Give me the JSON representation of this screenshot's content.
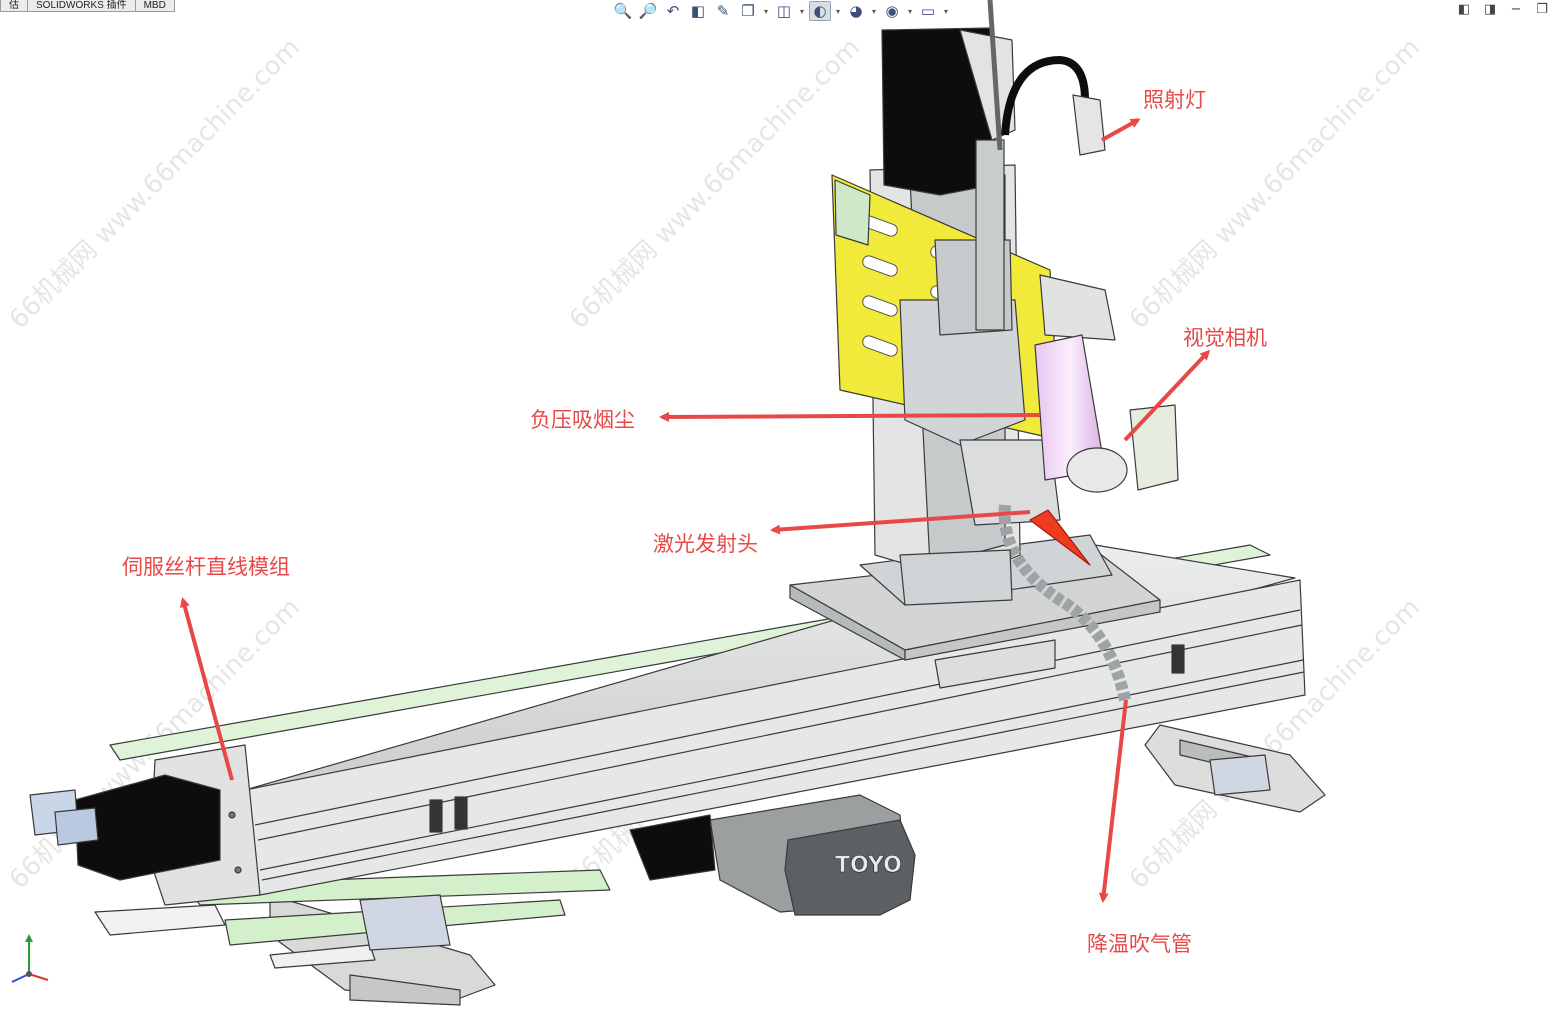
{
  "toolbar": {
    "tabs": [
      "估",
      "SOLIDWORKS 插件",
      "MBD"
    ],
    "view_buttons": [
      {
        "icon": "zoom-to-fit-icon",
        "glyph": "🔍"
      },
      {
        "icon": "zoom-to-area-icon",
        "glyph": "🔎"
      },
      {
        "icon": "previous-view-icon",
        "glyph": "↶"
      },
      {
        "icon": "section-view-icon",
        "glyph": "◧"
      },
      {
        "icon": "dynamic-annotation-icon",
        "glyph": "✎"
      },
      {
        "icon": "view-orientation-icon",
        "glyph": "❐",
        "menu": true
      },
      {
        "icon": "display-style-icon",
        "glyph": "◫",
        "menu": true
      },
      {
        "icon": "hide-show-items-icon",
        "glyph": "◐",
        "menu": true,
        "active": true
      },
      {
        "icon": "edit-appearance-icon",
        "glyph": "◕",
        "menu": true
      },
      {
        "icon": "apply-scene-icon",
        "glyph": "◉",
        "menu": true
      },
      {
        "icon": "view-settings-icon",
        "glyph": "▭",
        "menu": true
      }
    ],
    "window_buttons": [
      {
        "icon": "tile-left-icon",
        "glyph": "◧"
      },
      {
        "icon": "tile-right-icon",
        "glyph": "◨"
      },
      {
        "icon": "minimize-icon",
        "glyph": "−"
      },
      {
        "icon": "restore-icon",
        "glyph": "❐"
      }
    ]
  },
  "callouts": {
    "lamp": "照射灯",
    "camera": "视觉相机",
    "smoke": "负压吸烟尘",
    "laser": "激光发射头",
    "module": "伺服丝杆直线模组",
    "air": "降温吹气管"
  },
  "watermark": "66机械网 www.66machine.com",
  "logo_text": "TOYO",
  "colors": {
    "callout": "#e94848",
    "plate": "#f1ea3b",
    "rail": "#d9dbd9",
    "motor": "#0d0d0d",
    "nozzle": "#f0d6f4",
    "tip": "#ef3b1f",
    "light_green": "#cfeec7"
  }
}
